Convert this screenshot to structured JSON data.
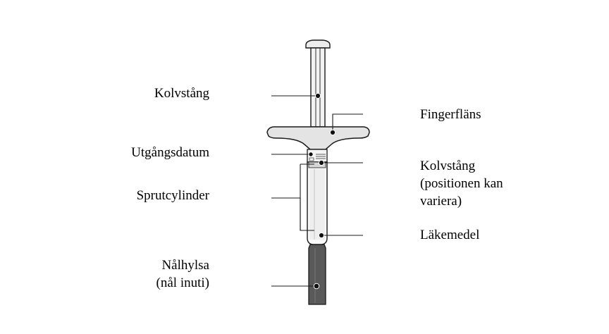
{
  "labels": {
    "plunger_rod": "Kolvstång",
    "expiry_date": "Utgångsdatum",
    "syringe_barrel": "Sprutcylinder",
    "needle_cover_line1": "Nålhylsa",
    "needle_cover_line2": "(nål inuti)",
    "finger_flange": "Fingerfläns",
    "plunger_line1": "Kolvstång",
    "plunger_line2": "(positionen kan",
    "plunger_line3": "variera)",
    "medicine": "Läkemedel"
  },
  "colors": {
    "outline": "#1a1a1a",
    "fill_light": "#e6e6e6",
    "needle_cover": "#555555",
    "background": "#ffffff"
  }
}
